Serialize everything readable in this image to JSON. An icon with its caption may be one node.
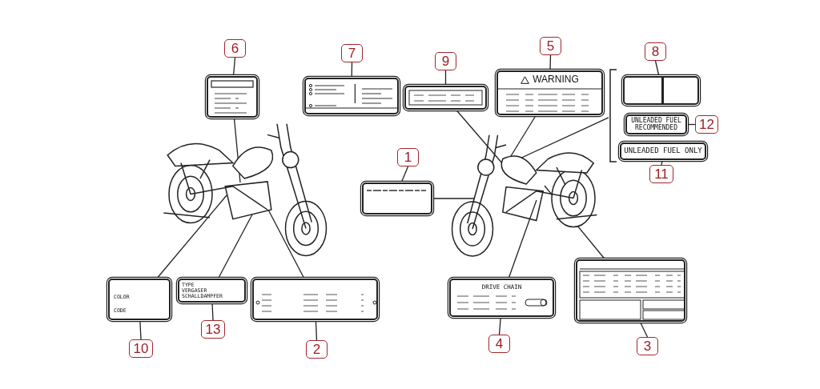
{
  "diagram": {
    "nodes": [
      {
        "text": [
          "6"
        ]
      },
      {
        "text": [],
        "shape": "box"
      },
      {
        "text": [
          "7"
        ]
      },
      {
        "text": [],
        "shape": "box"
      },
      {
        "text": [
          "9"
        ]
      },
      {
        "text": [],
        "shape": "box"
      },
      {
        "text": [
          "5"
        ]
      },
      {
        "text": [
          "WARNING"
        ]
      },
      {
        "text": [
          "8"
        ]
      },
      {
        "text": [],
        "shape": "box"
      },
      {
        "text": [
          "UNLEADED FUEL RECOMMENDED"
        ]
      },
      {
        "text": [
          "12"
        ]
      },
      {
        "text": [
          "UNLEADED FUEL ONLY"
        ]
      },
      {
        "text": [
          "11"
        ]
      },
      {
        "text": [],
        "shape": "bracket"
      },
      {
        "text": [],
        "shape": "picture"
      },
      {
        "text": [
          "1"
        ]
      },
      {
        "text": [],
        "shape": "box"
      },
      {
        "text": [],
        "shape": "picture"
      },
      {
        "text": [
          "COLOR",
          "CODE"
        ]
      },
      {
        "text": [
          "TYPE",
          "VERGASER",
          "SCHALLDAMPFER"
        ]
      },
      {
        "text": [],
        "shape": "box"
      },
      {
        "text": [
          "DRIVE CHAIN"
        ]
      },
      {
        "text": [],
        "shape": "box"
      },
      {
        "text": [
          "10"
        ]
      },
      {
        "text": [
          "13"
        ]
      },
      {
        "text": [
          "2"
        ]
      },
      {
        "text": [
          "4"
        ]
      },
      {
        "text": [
          "3"
        ]
      }
    ],
    "edges": [
      {
        "from": 0,
        "to": 1,
        "arrow": "none"
      },
      {
        "from": 2,
        "to": 3,
        "arrow": "none"
      },
      {
        "from": 4,
        "to": 5,
        "arrow": "none"
      },
      {
        "from": 6,
        "to": 7,
        "arrow": "none"
      },
      {
        "from": 8,
        "to": 9,
        "arrow": "none"
      },
      {
        "from": 11,
        "to": 10,
        "arrow": "none"
      },
      {
        "from": 13,
        "to": 12,
        "arrow": "none"
      },
      {
        "from": 16,
        "to": 17,
        "arrow": "none"
      },
      {
        "from": 24,
        "to": 19,
        "arrow": "none"
      },
      {
        "from": 25,
        "to": 20,
        "arrow": "none"
      },
      {
        "from": 26,
        "to": 21,
        "arrow": "none"
      },
      {
        "from": 27,
        "to": 22,
        "arrow": "none"
      },
      {
        "from": 28,
        "to": 23,
        "arrow": "none"
      },
      {
        "from": 1,
        "to": 15,
        "arrow": "none"
      },
      {
        "from": 19,
        "to": 15,
        "arrow": "none"
      },
      {
        "from": 20,
        "to": 15,
        "arrow": "none"
      },
      {
        "from": 21,
        "to": 15,
        "arrow": "none"
      },
      {
        "from": 5,
        "to": 18,
        "arrow": "none"
      },
      {
        "from": 7,
        "to": 18,
        "arrow": "none"
      },
      {
        "from": 14,
        "to": 18,
        "arrow": "none"
      },
      {
        "from": 17,
        "to": 18,
        "arrow": "none"
      },
      {
        "from": 22,
        "to": 18,
        "arrow": "none"
      },
      {
        "from": 23,
        "to": 18,
        "arrow": "none"
      }
    ]
  }
}
